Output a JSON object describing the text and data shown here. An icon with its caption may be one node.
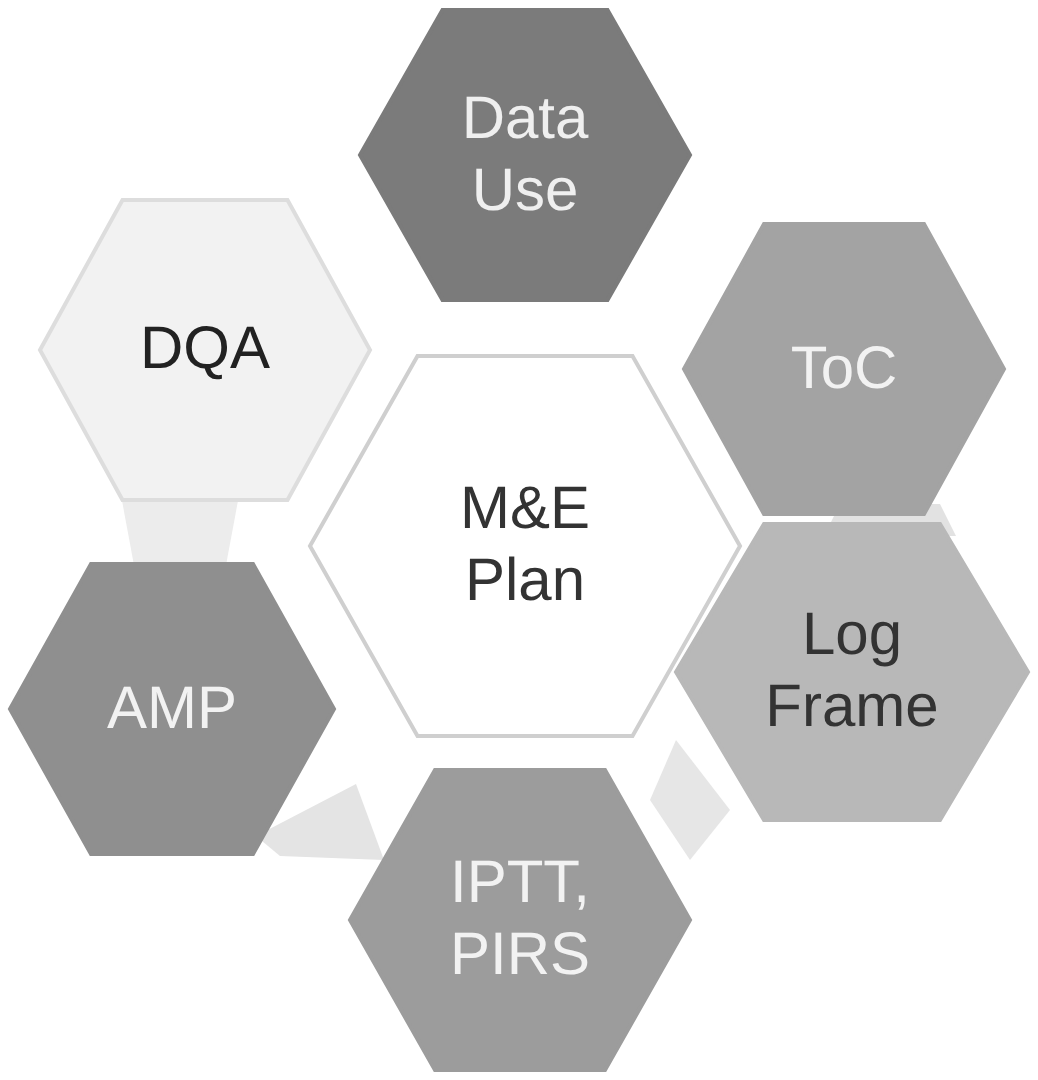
{
  "diagram": {
    "nodes": [
      {
        "text": [
          "M&E Plan"
        ]
      },
      {
        "text": [
          "Data Use"
        ]
      },
      {
        "text": [
          "ToC"
        ]
      },
      {
        "text": [
          "Log Frame"
        ]
      },
      {
        "text": [
          "IPTT, PIRS"
        ]
      },
      {
        "text": [
          "AMP"
        ]
      },
      {
        "text": [
          "DQA"
        ]
      }
    ]
  }
}
